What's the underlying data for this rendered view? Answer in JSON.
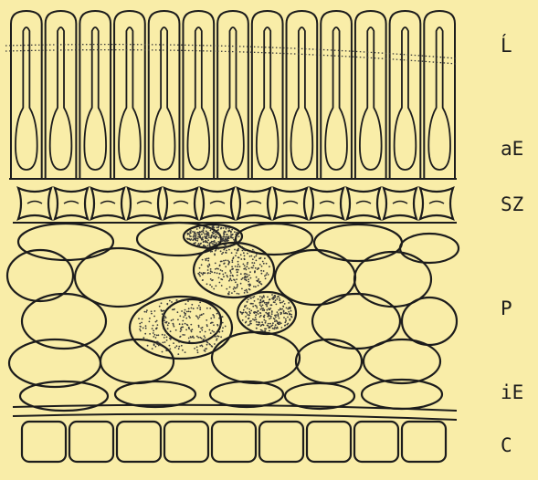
{
  "colors": {
    "paper": "#f9eda8",
    "ink": "#1c1c1c",
    "stipple": "#3a3a3a"
  },
  "labels": [
    {
      "id": "L",
      "text": "Ĺ"
    },
    {
      "id": "aE",
      "text": "aE"
    },
    {
      "id": "SZ",
      "text": "SZ"
    },
    {
      "id": "P",
      "text": "P"
    },
    {
      "id": "iE",
      "text": "iE"
    },
    {
      "id": "C",
      "text": "C"
    }
  ]
}
